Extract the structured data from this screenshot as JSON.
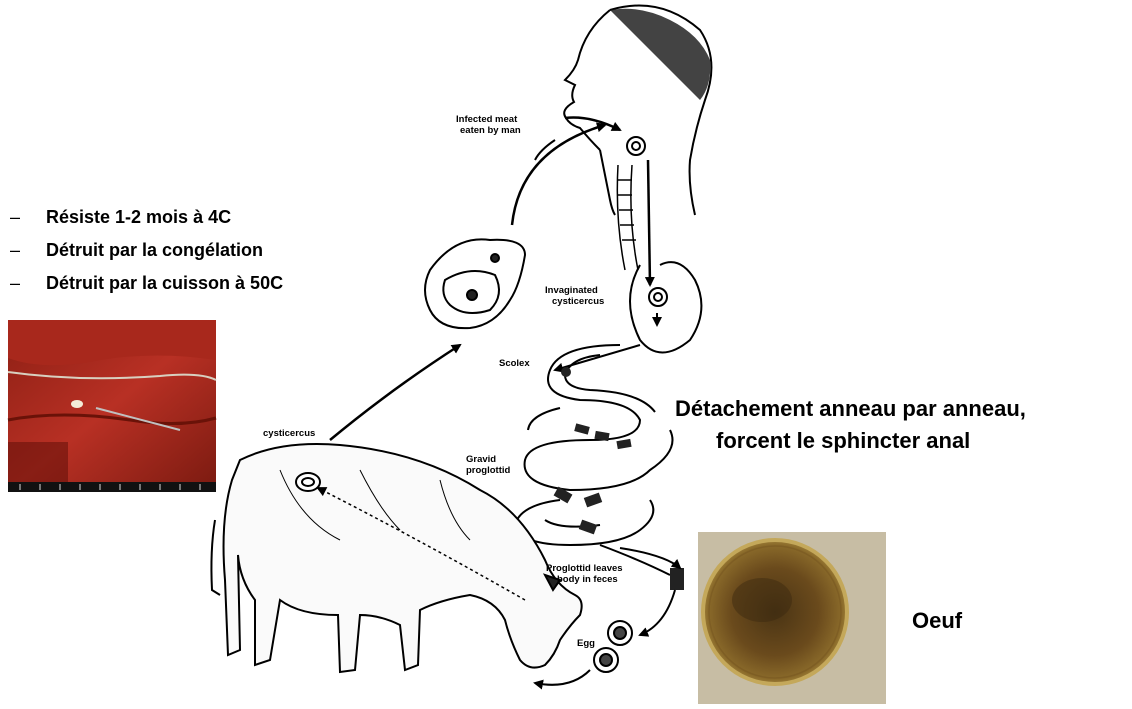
{
  "bullets": [
    "Résiste 1-2 mois à 4C",
    "Détruit par la congélation",
    "Détruit par la cuisson à 50C"
  ],
  "captions": {
    "detachement_line1": "Détachement anneau par anneau,",
    "detachement_line2": "forcent le sphincter anal",
    "oeuf": "Oeuf"
  },
  "diagram_labels": {
    "infected_meat": [
      "Infected meat",
      "eaten by man"
    ],
    "invaginated": [
      "Invaginated",
      "cysticercus"
    ],
    "scolex": "Scolex",
    "gravid": [
      "Gravid",
      "proglottid"
    ],
    "cysticercus": "cysticercus",
    "proglottid_leaves": [
      "Proglottid leaves",
      "body in feces"
    ],
    "egg": "Egg"
  }
}
